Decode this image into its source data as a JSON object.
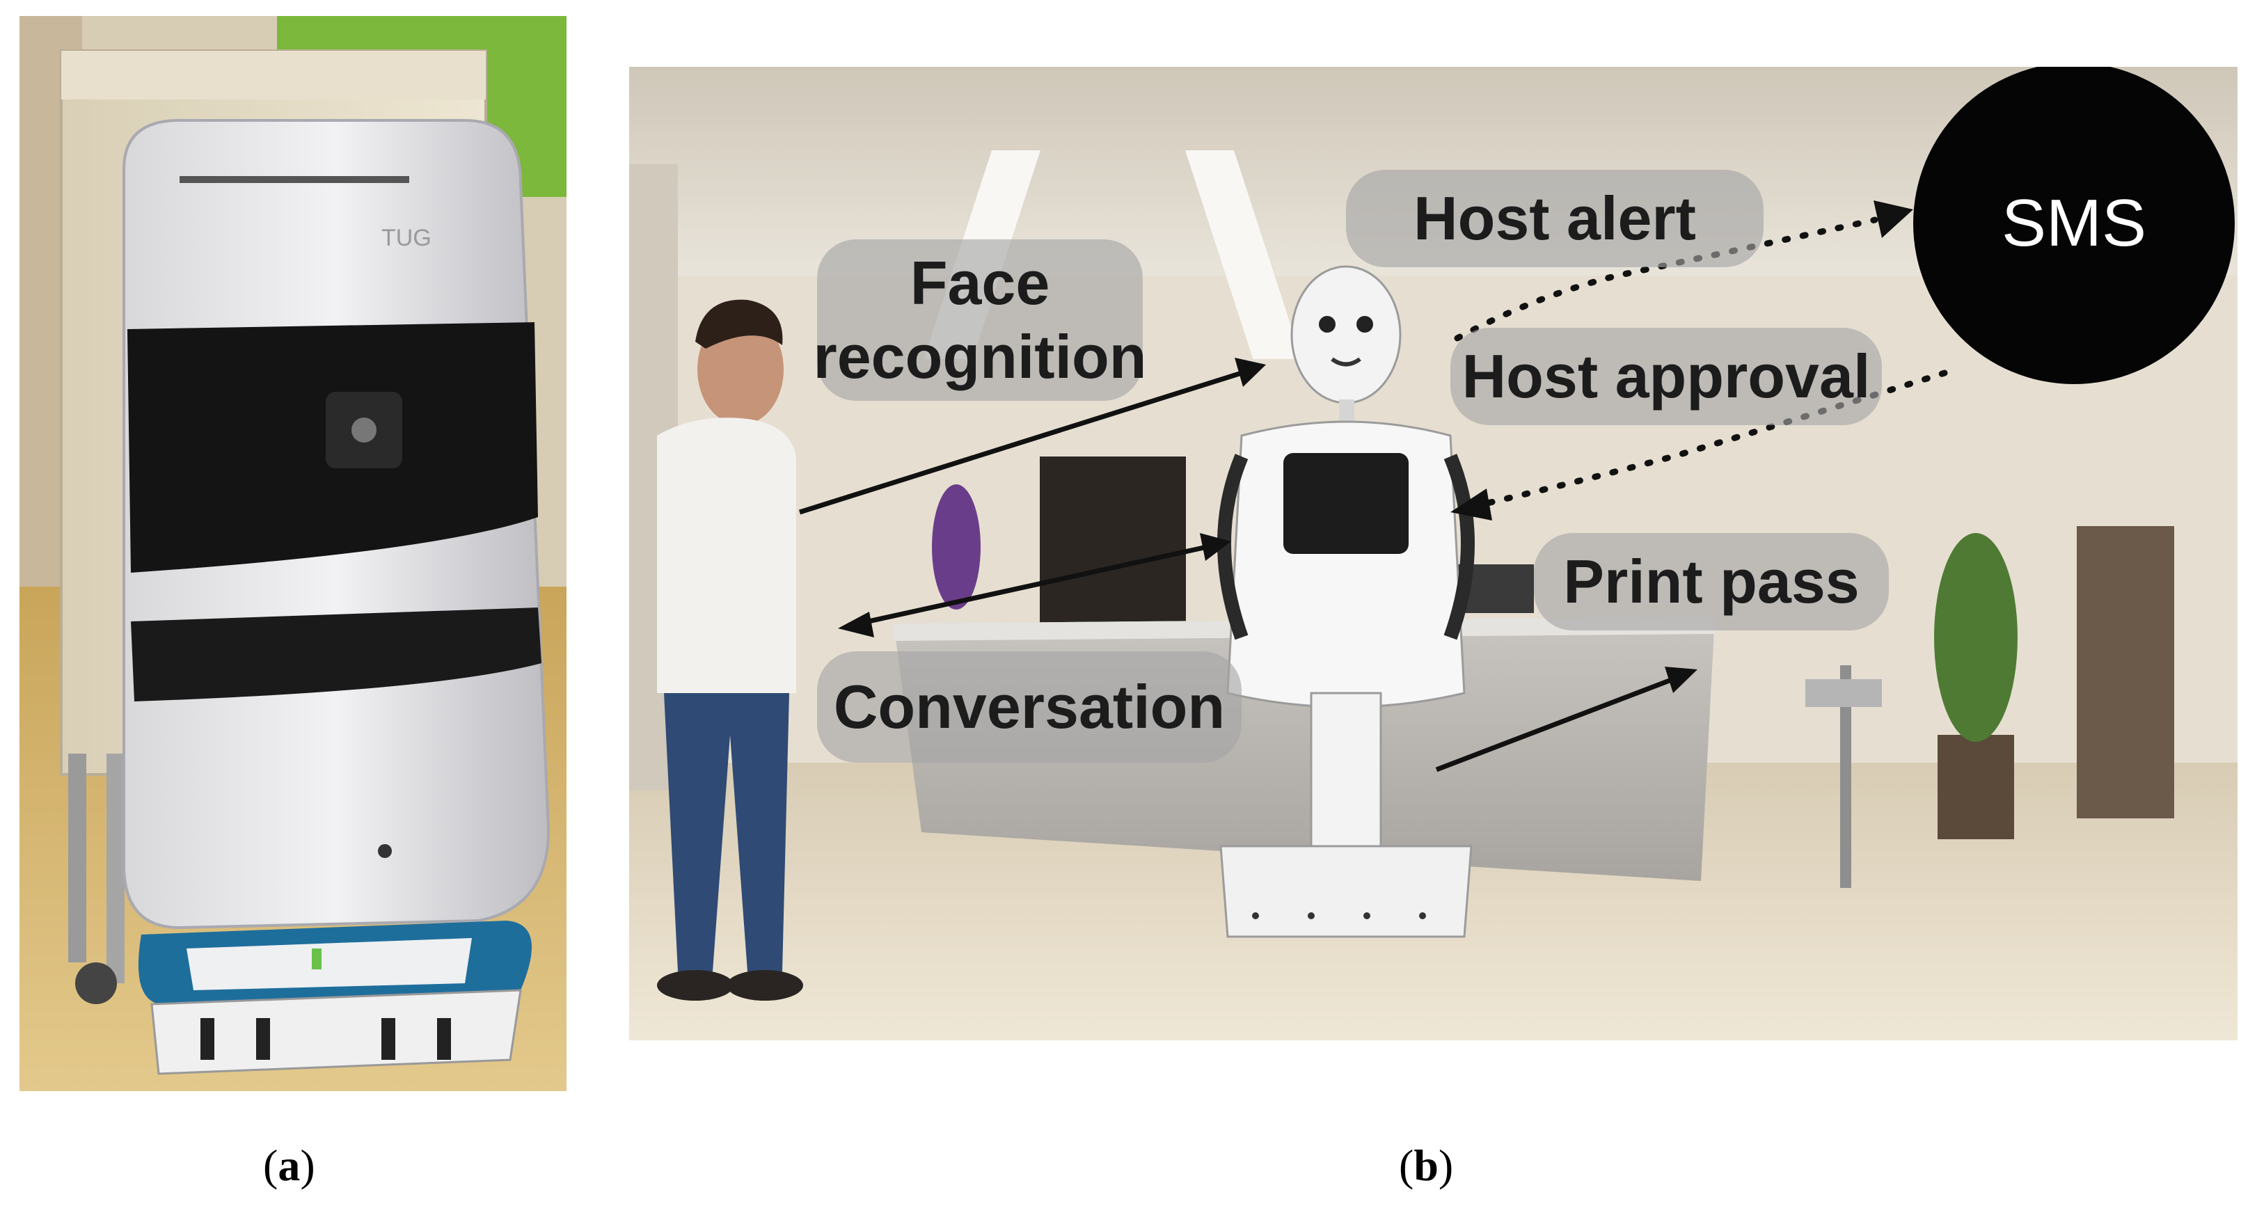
{
  "panel_b": {
    "labels": {
      "face_recognition_line1": "Face",
      "face_recognition_line2": "recognition",
      "host_alert": "Host alert",
      "host_approval": "Host approval",
      "print_pass": "Print pass",
      "conversation": "Conversation",
      "sms": "SMS"
    }
  },
  "captions": {
    "panel_a": {
      "open": "(",
      "letter": "a",
      "close": ")"
    },
    "panel_b": {
      "open": "(",
      "letter": "b",
      "close": ")"
    }
  },
  "colors": {
    "bubble": "#a5a5a5",
    "sms_circle": "#050505",
    "arrow": "#111111",
    "tug_blue": "#1e6e9c",
    "wall_green": "#7cb83b"
  }
}
